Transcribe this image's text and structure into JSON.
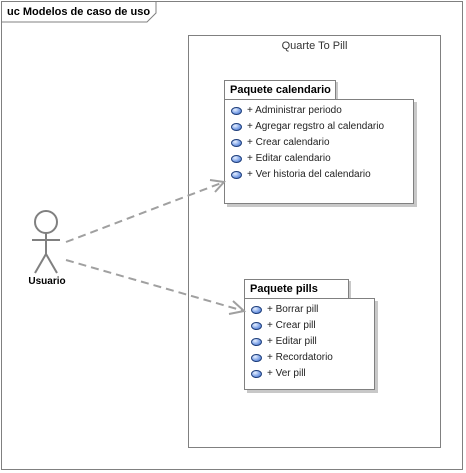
{
  "diagram": {
    "frame_title": "uc Modelos de caso de uso",
    "boundary_title": "Quarte To Pill",
    "actor": {
      "name": "Usuario"
    },
    "packages": [
      {
        "title": "Paquete calendario",
        "items": [
          "+ Administrar periodo",
          "+ Agregar regstro al calendario",
          "+ Crear calendario",
          "+ Editar calendario",
          "+ Ver historia del calendario"
        ]
      },
      {
        "title": "Paquete pills",
        "items": [
          "+ Borrar pill",
          "+ Crear pill",
          "+ Editar pill",
          "+ Recordatorio",
          "+ Ver pill"
        ]
      }
    ],
    "colors": {
      "line": "#a0a0a0",
      "border": "#808080",
      "usecase_fill": "#7fa4e8",
      "usecase_stroke": "#1d3d7a"
    }
  }
}
